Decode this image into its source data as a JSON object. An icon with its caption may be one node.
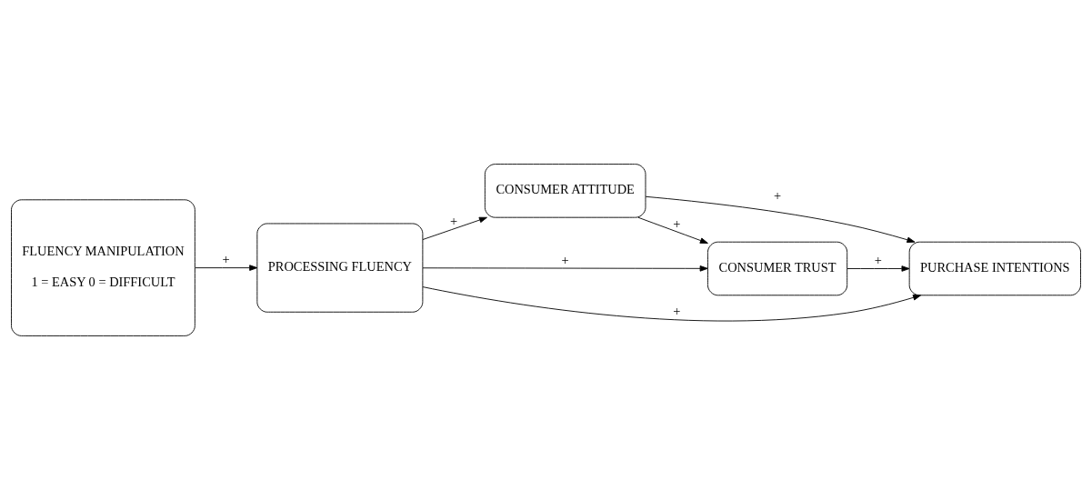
{
  "diagram": {
    "nodes": [
      {
        "text": [
          "FLUENCY MANIPULATION",
          "1 = EASY 0 = DIFFICULT"
        ]
      },
      {
        "text": [
          "PROCESSING FLUENCY"
        ]
      },
      {
        "text": [
          "CONSUMER ATTITUDE"
        ]
      },
      {
        "text": [
          "CONSUMER TRUST"
        ]
      },
      {
        "text": [
          "PURCHASE INTENTIONS"
        ]
      }
    ],
    "edges": [
      {
        "from": 0,
        "to": 1,
        "arrow": "to",
        "label": "+"
      },
      {
        "from": 1,
        "to": 2,
        "arrow": "to",
        "label": "+"
      },
      {
        "from": 1,
        "to": 3,
        "arrow": "to",
        "label": "+"
      },
      {
        "from": 1,
        "to": 4,
        "arrow": "to",
        "label": "+"
      },
      {
        "from": 2,
        "to": 3,
        "arrow": "to",
        "label": "+"
      },
      {
        "from": 2,
        "to": 4,
        "arrow": "to",
        "label": "+"
      },
      {
        "from": 3,
        "to": 4,
        "arrow": "to",
        "label": "+"
      }
    ]
  }
}
